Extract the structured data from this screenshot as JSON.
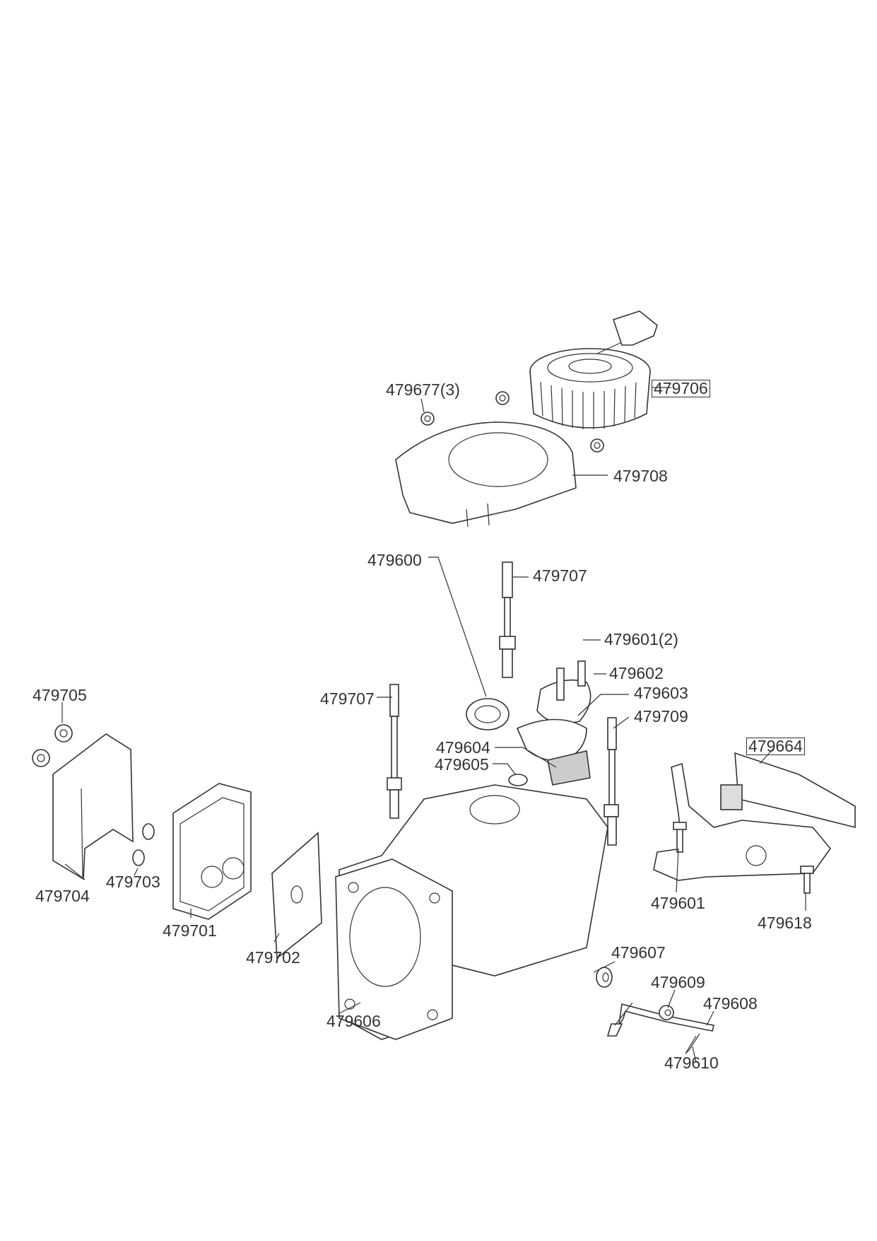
{
  "diagram": {
    "type": "exploded parts diagram",
    "part_labels": [
      {
        "id": "479677",
        "text": "479677(3)",
        "boxed": false
      },
      {
        "id": "479706",
        "text": "479706",
        "boxed": true
      },
      {
        "id": "479708",
        "text": "479708",
        "boxed": false
      },
      {
        "id": "479600",
        "text": "479600",
        "boxed": false
      },
      {
        "id": "479707a",
        "text": "479707",
        "boxed": false
      },
      {
        "id": "479601b",
        "text": "479601(2)",
        "boxed": false
      },
      {
        "id": "479602",
        "text": "479602",
        "boxed": false
      },
      {
        "id": "479603",
        "text": "479603",
        "boxed": false
      },
      {
        "id": "479707b",
        "text": "479707",
        "boxed": false
      },
      {
        "id": "479709",
        "text": "479709",
        "boxed": false
      },
      {
        "id": "479604",
        "text": "479604",
        "boxed": false
      },
      {
        "id": "479605",
        "text": "479605",
        "boxed": false
      },
      {
        "id": "479664",
        "text": "479664",
        "boxed": true
      },
      {
        "id": "479705",
        "text": "479705",
        "boxed": false
      },
      {
        "id": "479704",
        "text": "479704",
        "boxed": false
      },
      {
        "id": "479703",
        "text": "479703",
        "boxed": false
      },
      {
        "id": "479701",
        "text": "479701",
        "boxed": false
      },
      {
        "id": "479702",
        "text": "479702",
        "boxed": false
      },
      {
        "id": "479601a",
        "text": "479601",
        "boxed": false
      },
      {
        "id": "479618",
        "text": "479618",
        "boxed": false
      },
      {
        "id": "479607",
        "text": "479607",
        "boxed": false
      },
      {
        "id": "479609",
        "text": "479609",
        "boxed": false
      },
      {
        "id": "479608",
        "text": "479608",
        "boxed": false
      },
      {
        "id": "479606",
        "text": "479606",
        "boxed": false
      },
      {
        "id": "479610",
        "text": "479610",
        "boxed": false
      }
    ]
  }
}
